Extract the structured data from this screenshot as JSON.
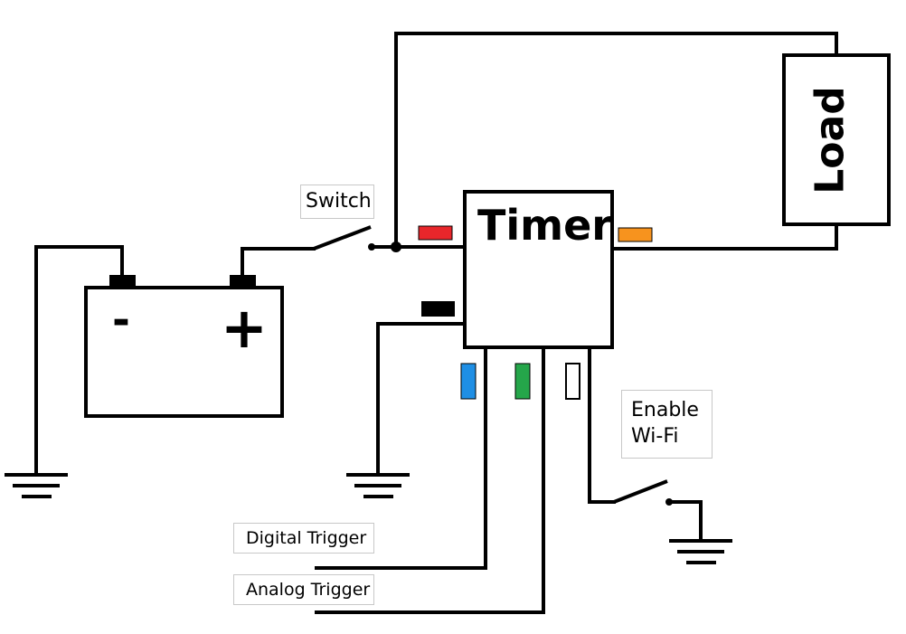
{
  "diagram": {
    "timer_label": "Timer",
    "load_label": "Load",
    "switch_label": "Switch",
    "wifi_label_line1": "Enable",
    "wifi_label_line2": "Wi-Fi",
    "digital_trigger_label": "Digital Trigger",
    "analog_trigger_label": "Analog Trigger",
    "battery_negative": "-",
    "battery_positive": "+"
  },
  "colors": {
    "wire": "#000000",
    "terminal_red": "#e8262b",
    "terminal_orange": "#f7931e",
    "terminal_black": "#000000",
    "terminal_blue": "#1f8fe5",
    "terminal_green": "#25a64a",
    "terminal_white": "#ffffff"
  }
}
